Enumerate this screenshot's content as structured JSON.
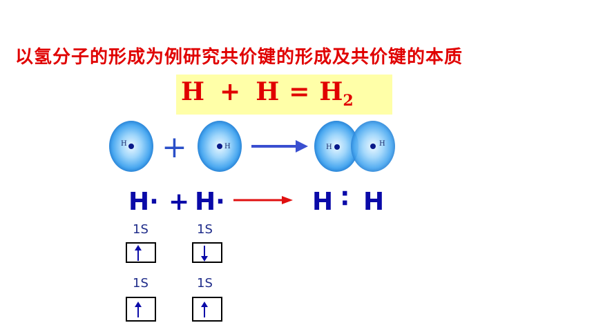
{
  "title": "以氢分子的形成为例研究共价键的形成及共价键的本质",
  "equation": {
    "h1": "H",
    "plus": "+",
    "h2": "H",
    "eq": "=",
    "product": "H",
    "subscript": "2"
  },
  "atoms": {
    "label": "H",
    "plus": "+"
  },
  "electron_dot": {
    "left": "H·",
    "plus": "+",
    "right": "H·",
    "product_left": "H",
    "product_sep": "∶",
    "product_right": "H"
  },
  "orbitals": [
    {
      "label": "1S",
      "spin": "up"
    },
    {
      "label": "1S",
      "spin": "down"
    },
    {
      "label": "1S",
      "spin": "up"
    },
    {
      "label": "1S",
      "spin": "up"
    }
  ],
  "colors": {
    "title": "#e00000",
    "equation_bg": "#ffffa8",
    "dot_text": "#0a0aa8",
    "arrow_blue": "#3a4fd0",
    "arrow_red": "#e01010",
    "sphere": "#4aa8f0"
  }
}
